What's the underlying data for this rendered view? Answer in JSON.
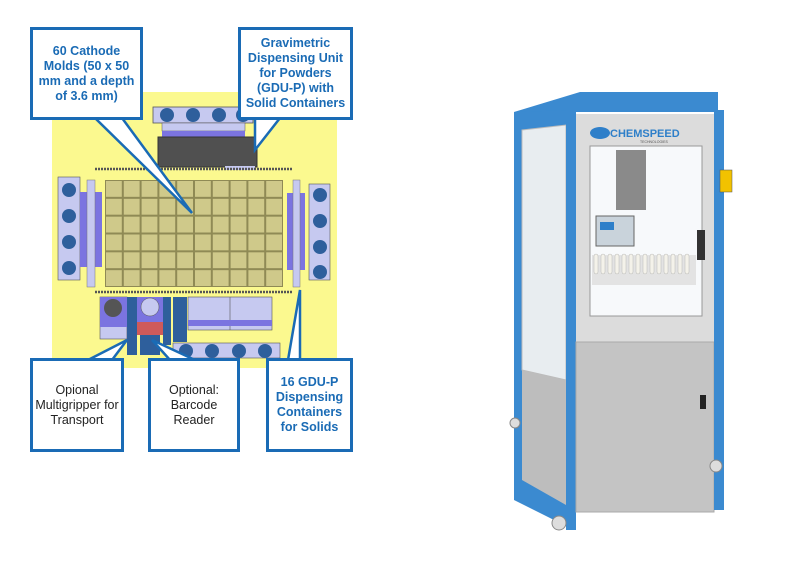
{
  "diagram": {
    "callouts": {
      "molds": "60 Cathode Molds (50 x 50 mm and a depth of 3.6 mm)",
      "gdu": "Gravimetric Dispensing Unit for Powders (GDU-P) with Solid Containers",
      "multigripper": "Opional Multigripper for Transport",
      "barcode": "Optional: Barcode Reader",
      "containers": "16 GDU-P Dispensing Containers for Solids"
    },
    "grid": {
      "columns": 10,
      "rows": 6
    },
    "colors": {
      "callout_border": "#1a6bb5",
      "background": "#fbf98f",
      "mold": "#cfc98a",
      "container": "#2e5f9c",
      "purple": "#7b74e0"
    }
  },
  "photo": {
    "logo_text": "CHEMSPEED",
    "logo_subtext": "TECHNOLOGIES",
    "colors": {
      "frame": "#3b8ad0",
      "steel": "#c9c9c9"
    }
  }
}
